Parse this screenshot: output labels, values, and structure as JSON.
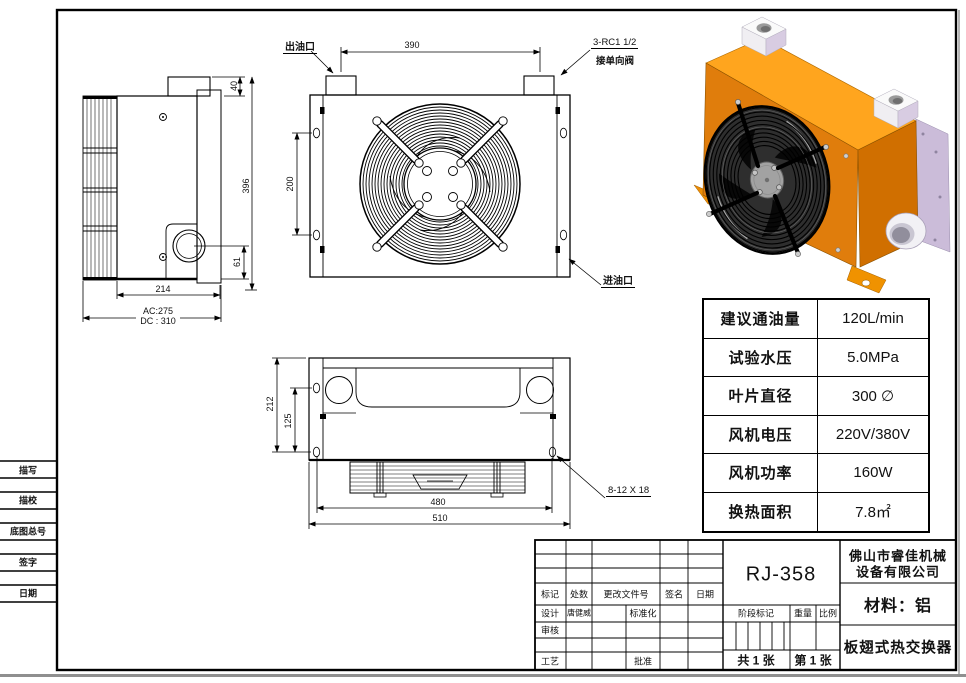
{
  "sheet": {
    "margin_labels": [
      "描写",
      "描校",
      "底图总号",
      "签字",
      "日期"
    ]
  },
  "views": {
    "side": {
      "dim_40": "40",
      "dim_396": "396",
      "dim_61": "61",
      "dim_214": "214",
      "dim_ac": "AC:275",
      "dim_dc": "DC : 310"
    },
    "front": {
      "label_outlet": "出油口",
      "dim_390": "390",
      "label_fitting_line1": "3-RC1 1/2",
      "label_fitting_line2": "接单向阀",
      "dim_200": "200",
      "label_inlet": "进油口"
    },
    "bottom": {
      "dim_212": "212",
      "dim_125": "125",
      "dim_480": "480",
      "dim_510": "510",
      "label_holes": "8-12 X 18"
    }
  },
  "spec_table": {
    "rows": [
      {
        "label": "建议通油量",
        "value": "120L/min"
      },
      {
        "label": "试验水压",
        "value": "5.0MPa"
      },
      {
        "label": "叶片直径",
        "value": "300 ∅"
      },
      {
        "label": "风机电压",
        "value": "220V/380V"
      },
      {
        "label": "风机功率",
        "value": "160W"
      },
      {
        "label": "换热面积",
        "value": "7.8㎡"
      }
    ]
  },
  "title_block": {
    "model": "RJ-358",
    "company_line1": "佛山市睿佳机械",
    "company_line2": "设备有限公司",
    "material": "材料：铝",
    "product": "板翅式热交换器",
    "col_mark": "标记",
    "col_count": "处数",
    "col_doc": "更改文件号",
    "col_sign": "签名",
    "col_date": "日期",
    "row_design": "设计",
    "designer_name": "唐健威",
    "row_standard": "标准化",
    "row_review": "审核",
    "row_craft": "工艺",
    "row_approve": "批准",
    "stage_mark": "阶段标记",
    "weight": "重量",
    "scale": "比例",
    "sheet_total": "共 1 张",
    "sheet_number": "第 1 张"
  },
  "colors": {
    "line": "#000000",
    "body_top_orange": "#FFA51E",
    "body_front_orange": "#E07D0C",
    "body_side_orange": "#D06F00",
    "plate_lavender": "#CBBCD9",
    "grey_bar": "#8F8F8F"
  }
}
